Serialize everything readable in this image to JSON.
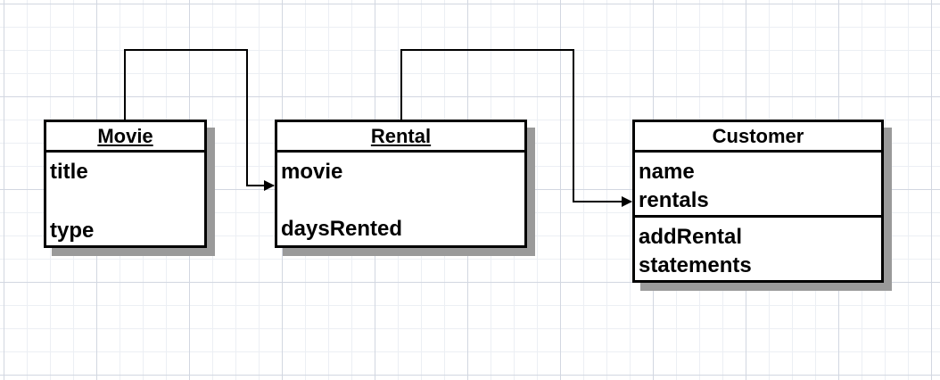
{
  "diagram": {
    "classes": [
      {
        "id": "movie",
        "name": "Movie",
        "name_underlined": true,
        "attributes": [
          "title",
          "type"
        ],
        "operations": []
      },
      {
        "id": "rental",
        "name": "Rental",
        "name_underlined": true,
        "attributes": [
          "movie",
          "daysRented"
        ],
        "operations": []
      },
      {
        "id": "customer",
        "name": "Customer",
        "name_underlined": false,
        "attributes": [
          "name",
          "rentals"
        ],
        "operations": [
          "addRental",
          "statements"
        ]
      }
    ],
    "associations": [
      {
        "from": "movie",
        "to": "rental",
        "arrowhead": "filled-triangle"
      },
      {
        "from": "rental",
        "to": "customer",
        "arrowhead": "filled-triangle"
      }
    ]
  },
  "colors": {
    "line": "#000000",
    "shadow": "#9a9a9a",
    "grid_minor": "#eceff4",
    "grid_major": "#d2d7e1",
    "background": "#ffffff"
  }
}
